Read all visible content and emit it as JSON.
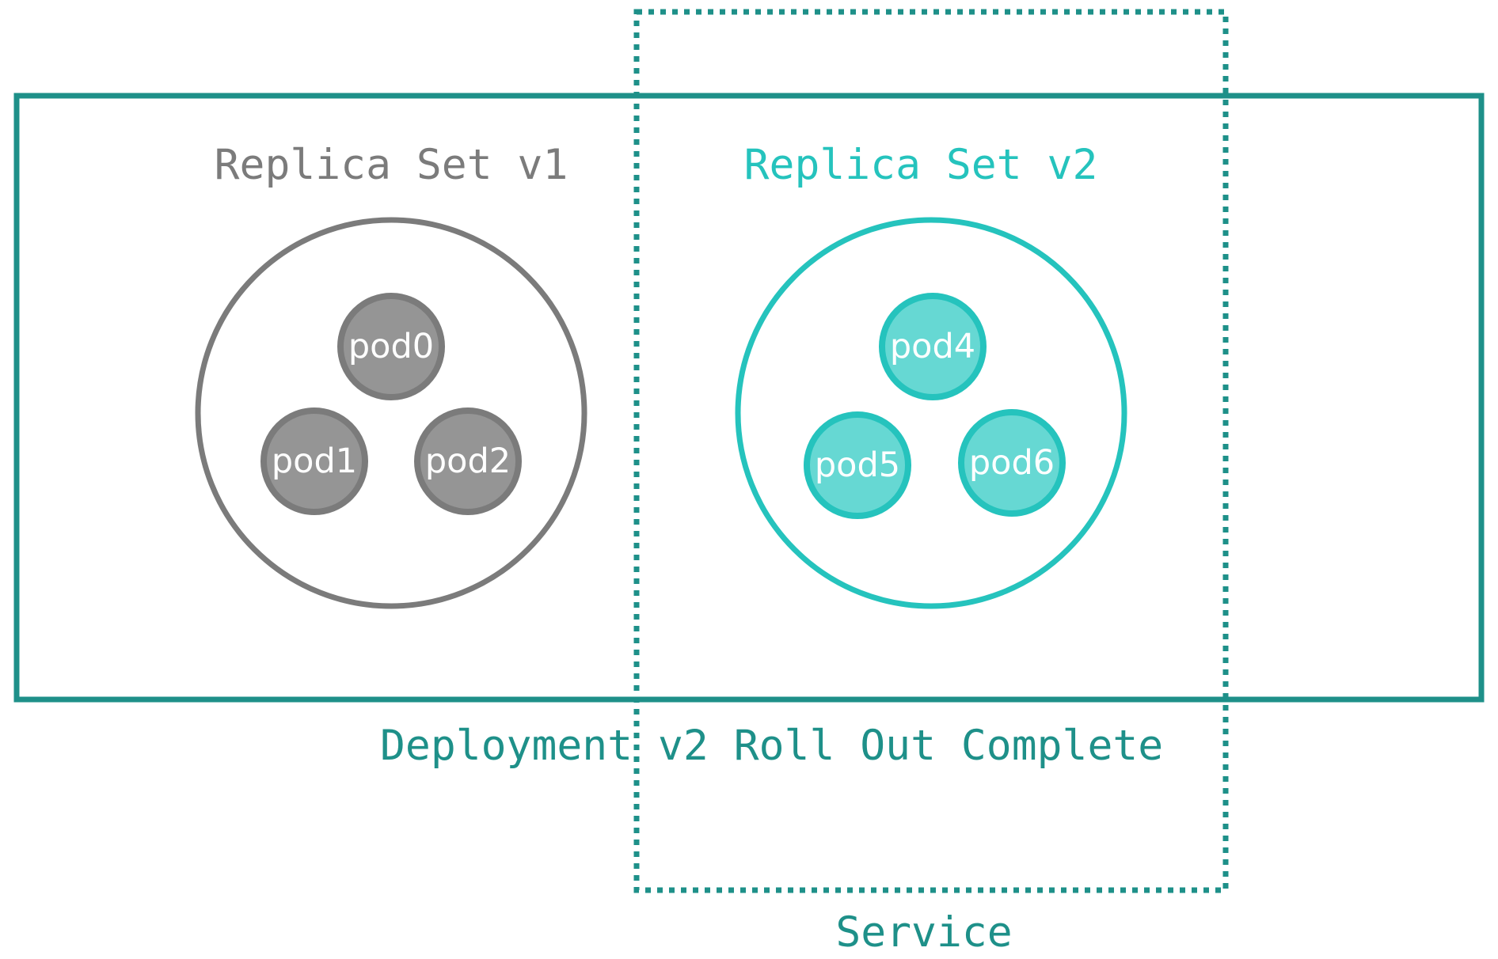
{
  "colors": {
    "deployment": "#1e9089",
    "service": "#1e9089",
    "v1_stroke": "#7b7b7b",
    "v1_fill": "#959595",
    "v2_stroke": "#25c3bd",
    "v2_fill": "#66d8d3",
    "pod_text": "#ffffff"
  },
  "deployment": {
    "label": "Deployment v2 Roll Out Complete"
  },
  "service": {
    "label": "Service"
  },
  "replica_sets": [
    {
      "label": "Replica Set v1",
      "pods": [
        "pod0",
        "pod1",
        "pod2"
      ]
    },
    {
      "label": "Replica Set v2",
      "pods": [
        "pod4",
        "pod5",
        "pod6"
      ]
    }
  ]
}
